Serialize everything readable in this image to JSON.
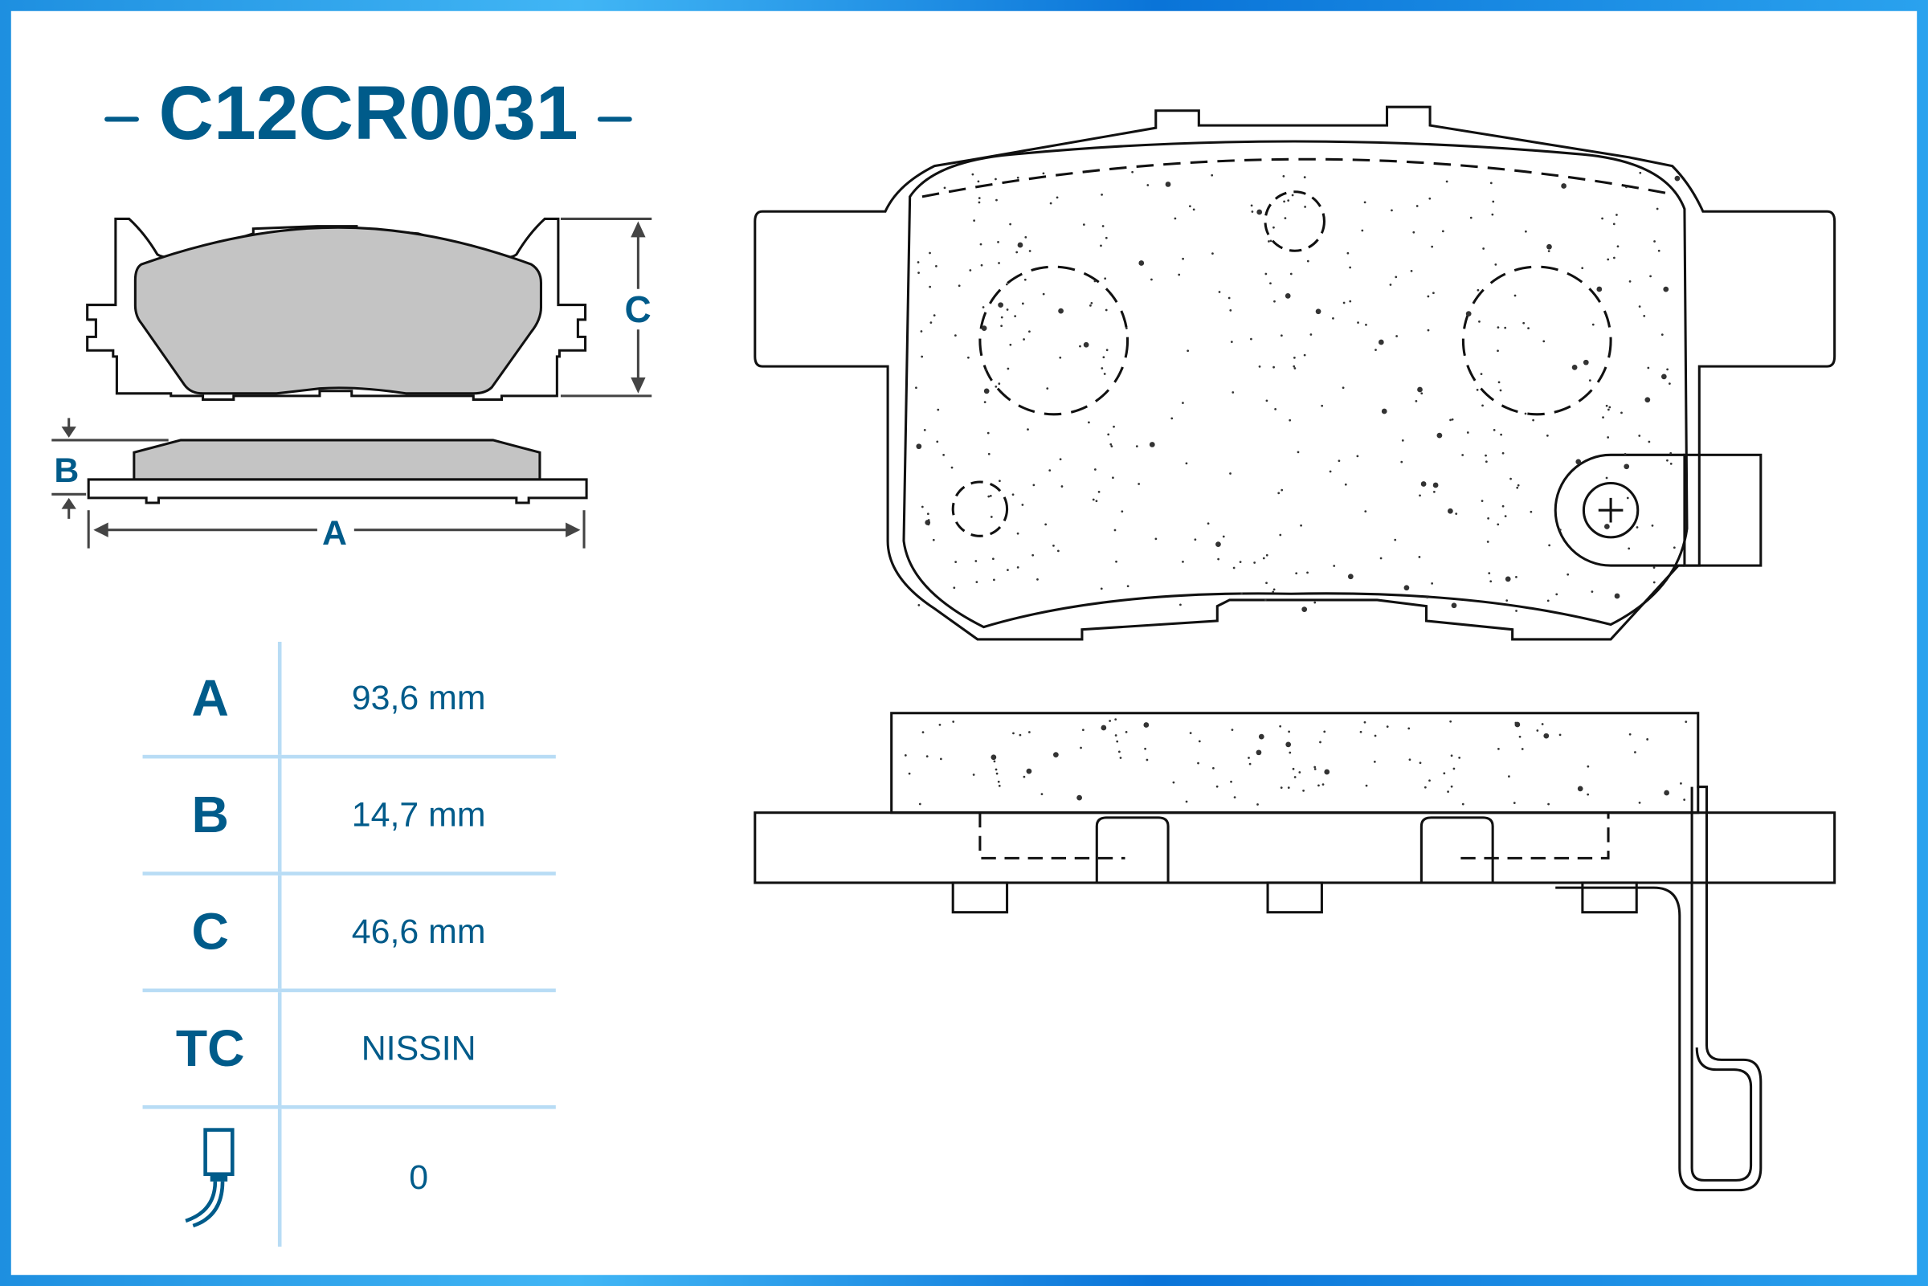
{
  "title": "C12CR0031",
  "dimension_labels": {
    "a": "A",
    "b": "B",
    "c": "C"
  },
  "specs": [
    {
      "key": "A",
      "value": "93,6 mm"
    },
    {
      "key": "B",
      "value": "14,7 mm"
    },
    {
      "key": "C",
      "value": "46,6 mm"
    },
    {
      "key": "TC",
      "value": "NISSIN"
    },
    {
      "key_icon": "wear-sensor-icon",
      "value": "0"
    }
  ],
  "colors": {
    "brand": "#005b8a",
    "divider": "#b8dcf5",
    "friction": "#c4c4c4"
  }
}
